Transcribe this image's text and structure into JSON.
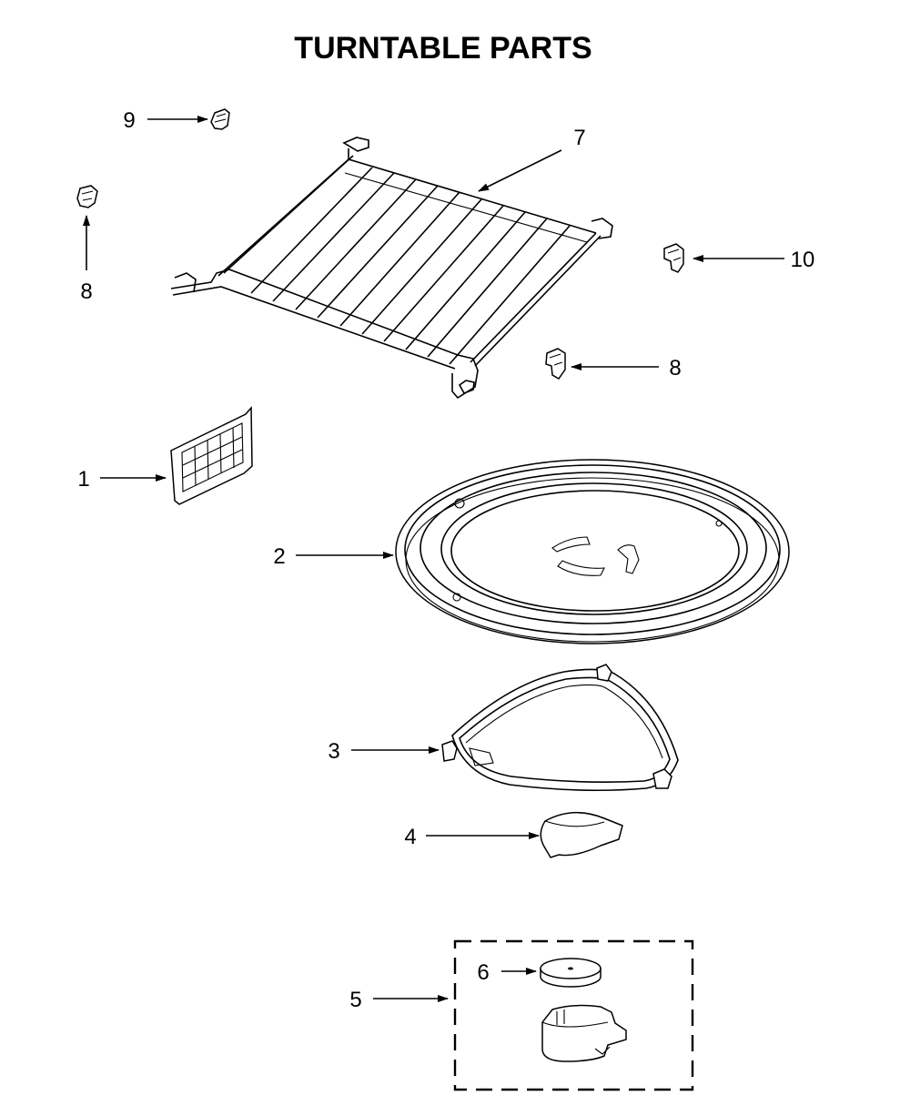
{
  "title": "TURNTABLE PARTS",
  "callouts": [
    {
      "id": "c1",
      "label": "1"
    },
    {
      "id": "c2",
      "label": "2"
    },
    {
      "id": "c3",
      "label": "3"
    },
    {
      "id": "c4",
      "label": "4"
    },
    {
      "id": "c5",
      "label": "5"
    },
    {
      "id": "c6",
      "label": "6"
    },
    {
      "id": "c7",
      "label": "7"
    },
    {
      "id": "c8a",
      "label": "8"
    },
    {
      "id": "c8b",
      "label": "8"
    },
    {
      "id": "c9",
      "label": "9"
    },
    {
      "id": "c10",
      "label": "10"
    }
  ]
}
